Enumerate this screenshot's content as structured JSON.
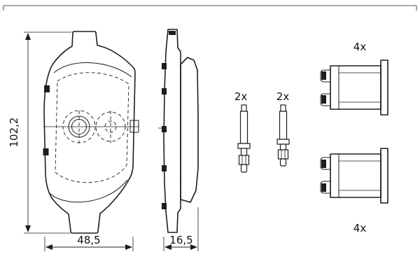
{
  "sheet": {
    "background": "#ffffff",
    "line_color": "#1d1d1b"
  },
  "dimensions": {
    "height": "102,2",
    "width": "48,5",
    "thickness": "16,5"
  },
  "hardware": {
    "pin_left_qty": "2x",
    "pin_right_qty": "2x",
    "clip_top_qty": "4x",
    "clip_bottom_qty": "4x"
  }
}
